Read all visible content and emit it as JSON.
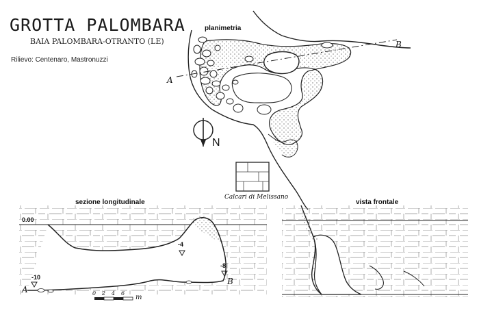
{
  "header": {
    "title": "GROTTA PALOMBARA",
    "subtitle": "BAIA PALOMBARA-OTRANTO (LE)",
    "credits": "Rilievo: Centenaro, Mastronuzzi"
  },
  "plan": {
    "label": "planimetria",
    "point_a": "A",
    "point_b": "B",
    "north_label": "N"
  },
  "legend": {
    "label": "Calcari di Melissano"
  },
  "longitudinal_section": {
    "label": "sezione longitudinale",
    "depths": [
      "0.00",
      "-4",
      "-8",
      "-10"
    ],
    "point_a": "A",
    "point_b": "B",
    "scale_ticks": [
      "0",
      "2",
      "4",
      "6"
    ],
    "scale_unit": "m"
  },
  "front_view": {
    "label": "vista frontale"
  }
}
